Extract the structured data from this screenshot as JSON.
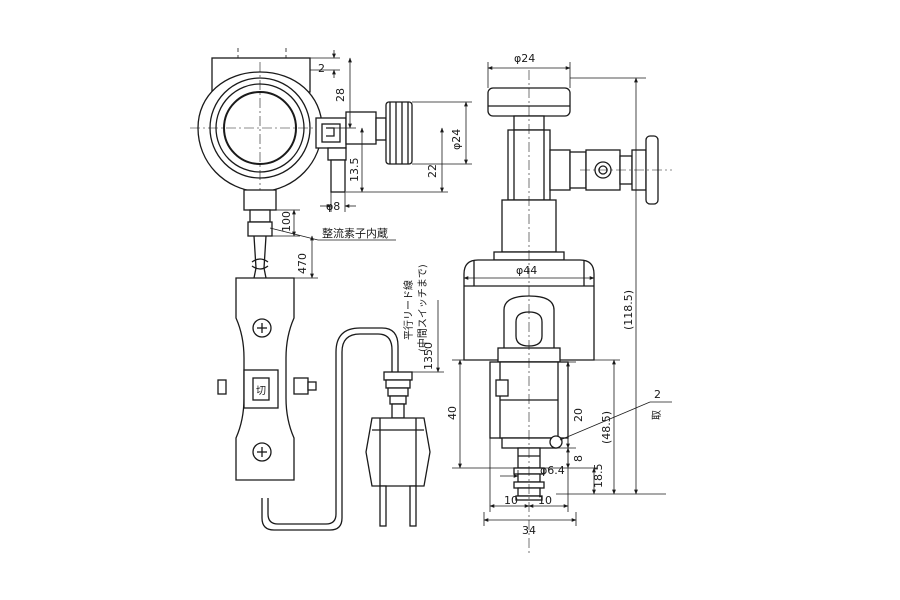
{
  "dims": {
    "d2": "2",
    "d28": "28",
    "phi24_side": "φ24",
    "d13_5": "13.5",
    "d22": "22",
    "phi8": "φ8",
    "d100": "100",
    "d470": "470",
    "phi24_top": "φ24",
    "phi44": "φ44",
    "d118_5": "(118.5)",
    "d1350": "1350",
    "d40": "40",
    "d20": "20",
    "d48_5": "(48.5)",
    "d8": "8",
    "d18_5": "18.5",
    "phi6_4": "φ6.4",
    "d10a": "10",
    "d10b": "10",
    "d34": "34",
    "d2_right": "2"
  },
  "labels": {
    "rectifier": "整流素子内蔵",
    "lead_line1": "平行リード線",
    "lead_line2": "(中間スイッチまで)",
    "switch_mark": "切",
    "right_edge": "取"
  }
}
